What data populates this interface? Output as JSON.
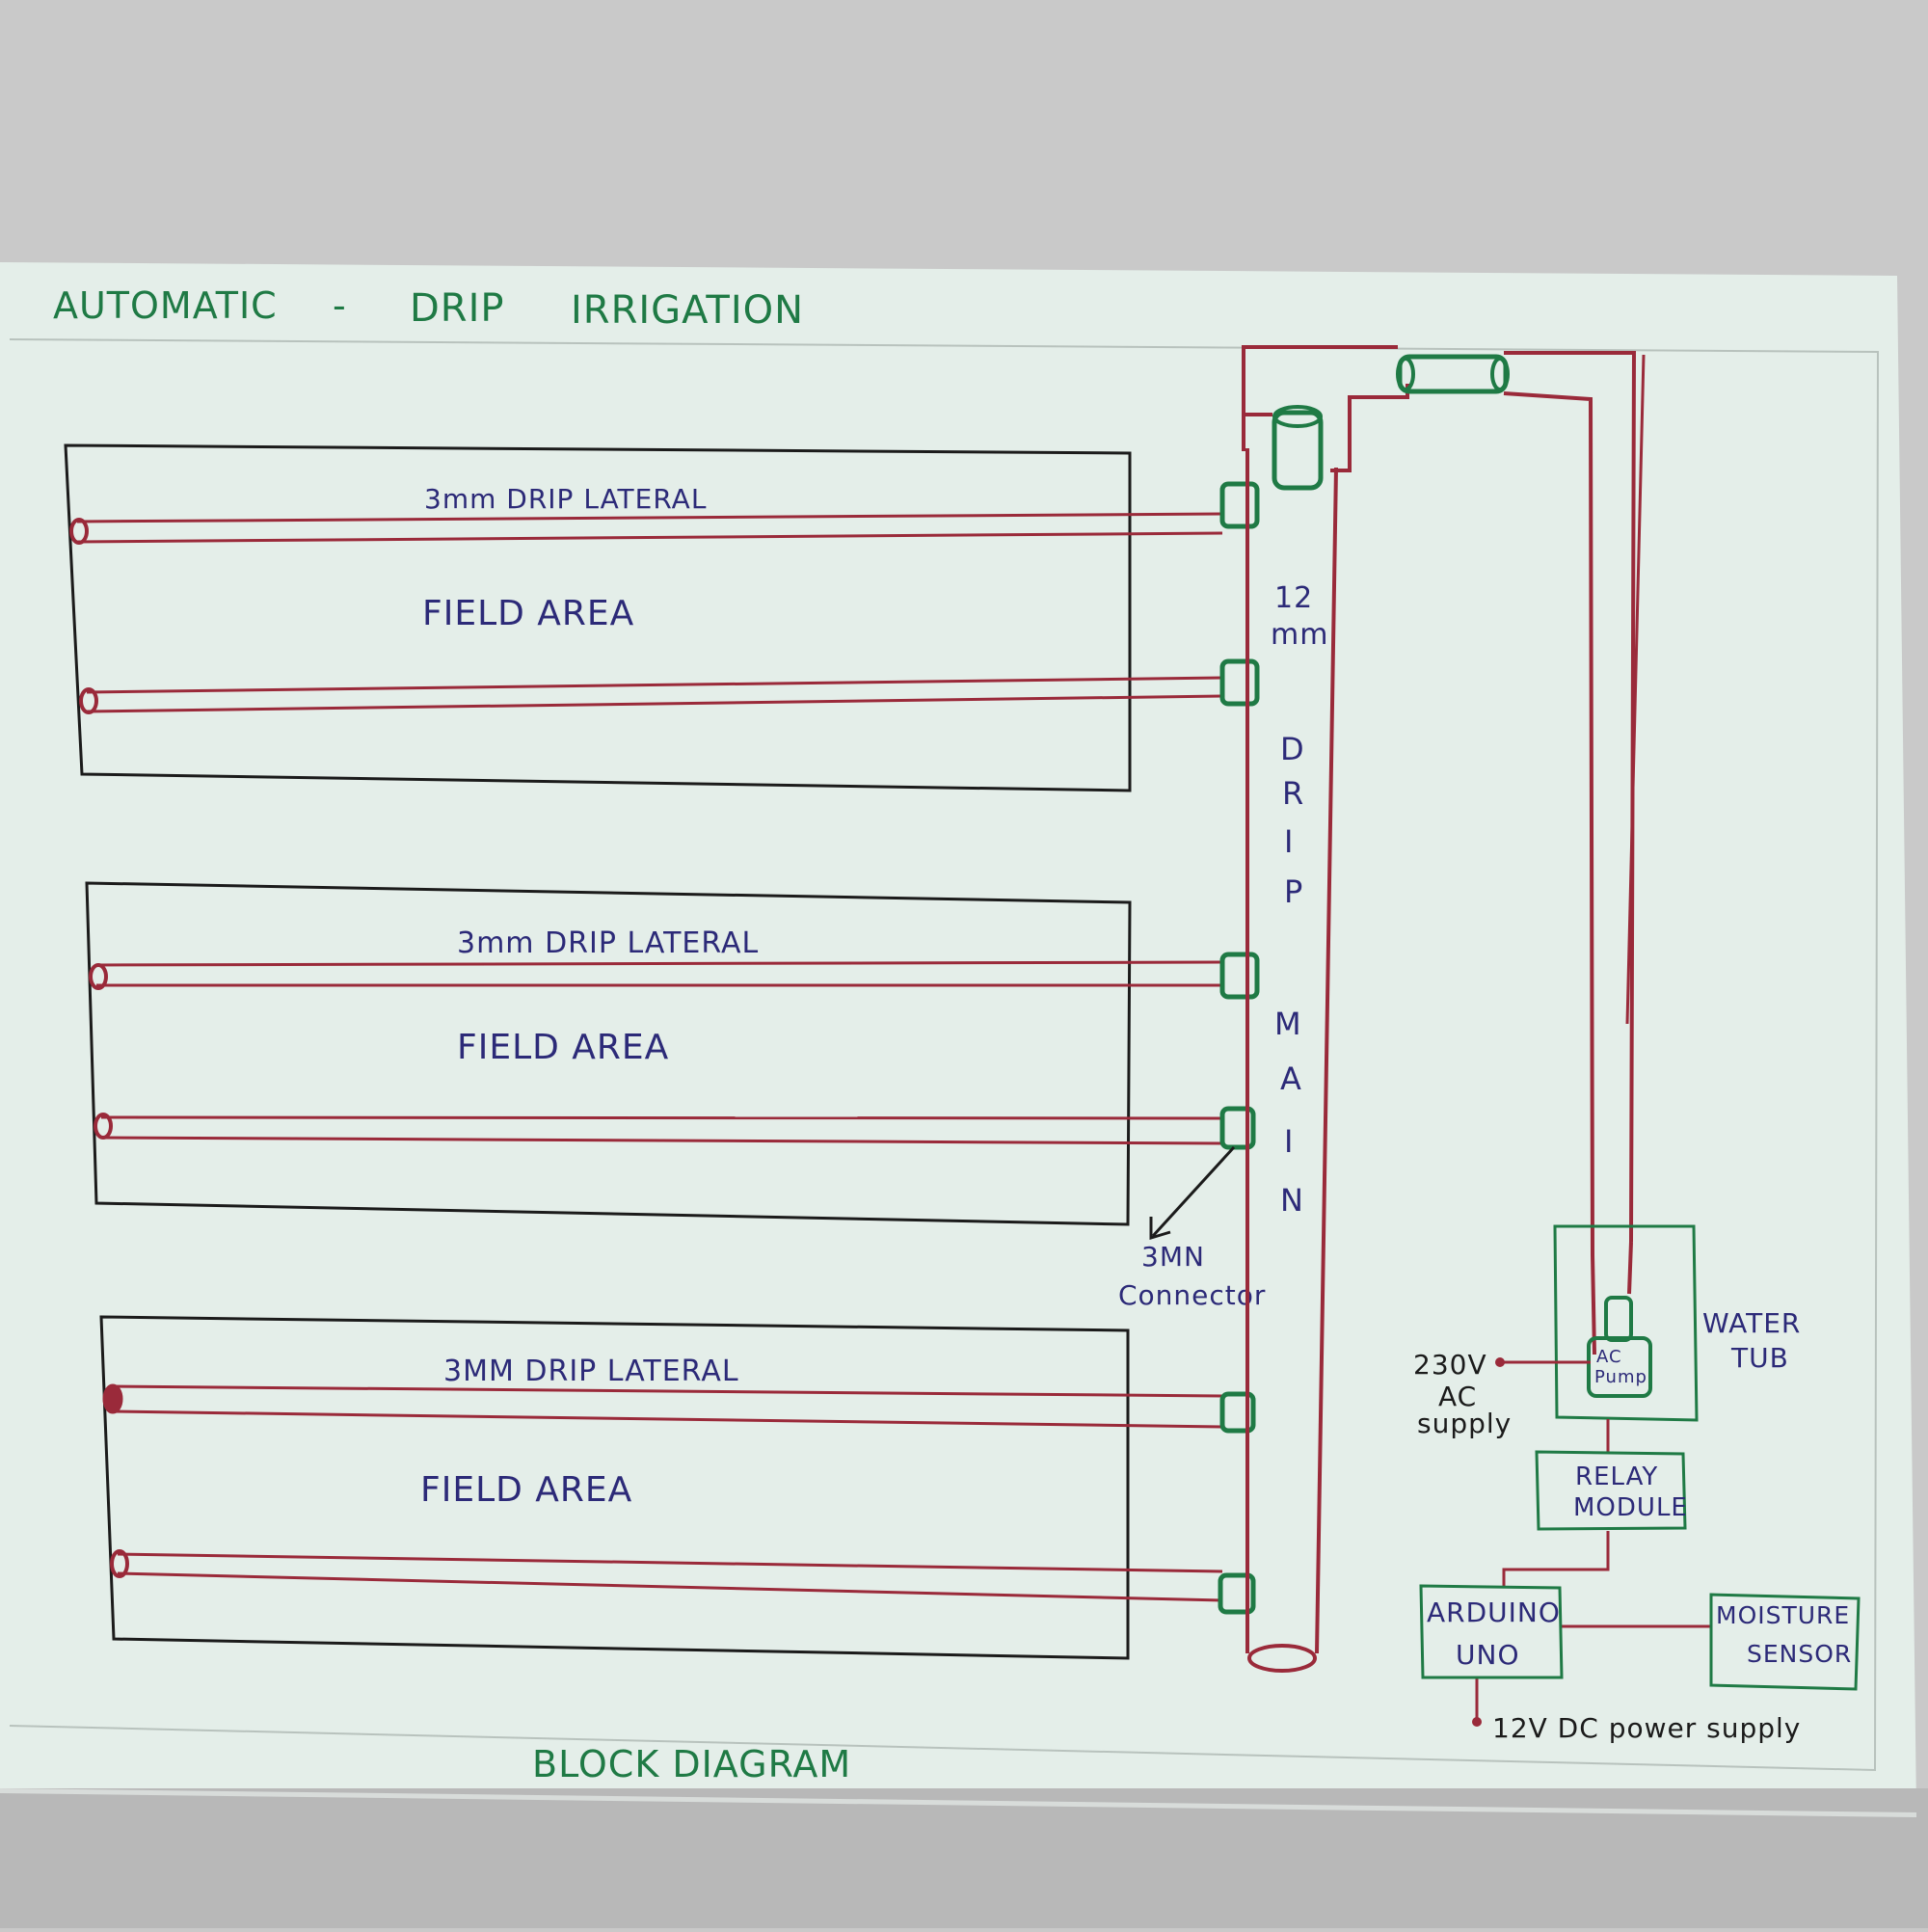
{
  "title": {
    "part1": "AUTOMATIC",
    "dash": "-",
    "part2": "DRIP",
    "part3": "IRRIGATION"
  },
  "footer": "BLOCK DIAGRAM",
  "fields": [
    {
      "lateral_label": "3mm DRIP LATERAL",
      "area_label": "FIELD AREA"
    },
    {
      "lateral_label": "3mm DRIP LATERAL",
      "area_label": "FIELD AREA"
    },
    {
      "lateral_label": "3MM DRIP LATERAL",
      "area_label": "FIELD AREA"
    }
  ],
  "main_pipe": {
    "size": "12",
    "unit": "mm",
    "letters": [
      "D",
      "R",
      "I",
      "P",
      "M",
      "A",
      "I",
      "N"
    ]
  },
  "connector": {
    "line1": "3MN",
    "line2": "Connector"
  },
  "water_tub": {
    "line1": "WATER",
    "line2": "TUB"
  },
  "pump": {
    "line1": "AC",
    "line2": "Pump"
  },
  "ac_supply": {
    "line1": "230V",
    "line2": "AC",
    "line3": "supply"
  },
  "relay": {
    "line1": "RELAY",
    "line2": "MODULE"
  },
  "arduino": {
    "line1": "ARDUINO",
    "line2": "UNO"
  },
  "sensor": {
    "line1": "MOISTURE",
    "line2": "SENSOR"
  },
  "dc_supply": "12V DC power supply",
  "colors": {
    "paper": "#e6efea",
    "background": "#c9c9c9",
    "pipe_red": "#9a2a3a",
    "connector_green": "#1f7a45",
    "ink_blue": "#2c2a78",
    "ink_black": "#1b1b1b"
  }
}
